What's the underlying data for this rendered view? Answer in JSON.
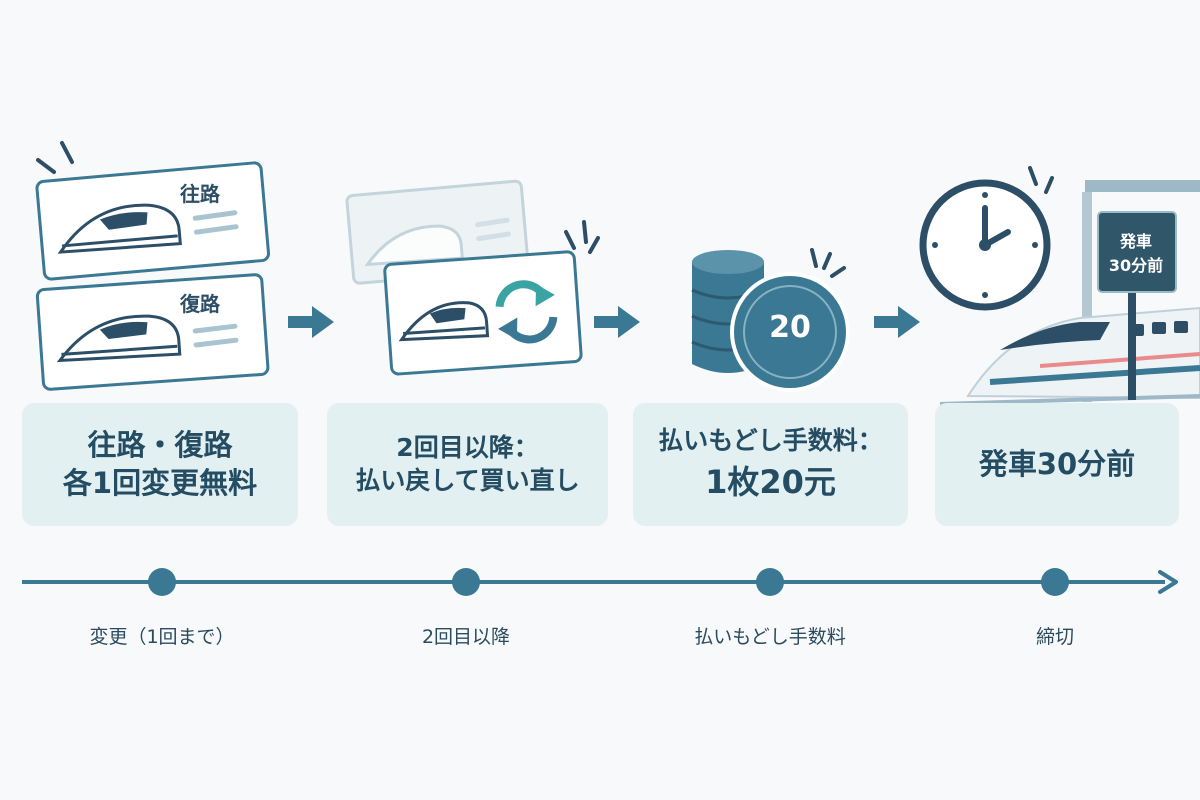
{
  "steps": [
    {
      "card_line1": "往路・復路",
      "card_line2": "各1回変更無料",
      "timeline_label": "変更（1回まで）"
    },
    {
      "card_line1": "2回目以降：",
      "card_line2": "払い戻して買い直し",
      "timeline_label": "2回目以降"
    },
    {
      "card_line1": "払いもどし手数料：",
      "card_line2": "1枚20元",
      "timeline_label": "払いもどし手数料"
    },
    {
      "card_line1": "発車30分前",
      "card_line2": "",
      "timeline_label": "締切"
    }
  ],
  "tickets": {
    "outbound": "往路",
    "return": "復路"
  },
  "coin_value": "20",
  "sign": {
    "line1": "発車",
    "line2": "30分前"
  },
  "colors": {
    "primary": "#3b7893",
    "dark": "#2c4e66",
    "card_bg": "#e3f0f2",
    "accent_teal": "#3aa3a3",
    "accent_red": "#e98b8b"
  }
}
